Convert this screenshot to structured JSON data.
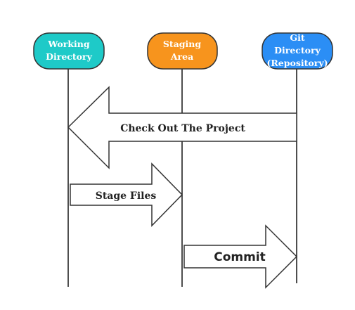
{
  "colors": {
    "working_directory": "#1ecac8",
    "staging_area": "#f7941d",
    "git_directory": "#2b8ef5",
    "outline": "#333333",
    "arrow_fill": "#ffffff",
    "background": "#ffffff"
  },
  "nodes": {
    "working_directory": {
      "line1": "Working",
      "line2": "Directory"
    },
    "staging_area": {
      "line1": "Staging",
      "line2": "Area"
    },
    "git_directory": {
      "line1": "Git",
      "line2": "Directory",
      "line3": "(Repository)"
    }
  },
  "arrows": {
    "checkout": {
      "label": "Check Out The Project",
      "direction": "left",
      "from": "Git Directory",
      "to": "Working Directory"
    },
    "stage": {
      "label": "Stage Files",
      "direction": "right",
      "from": "Working Directory",
      "to": "Staging Area"
    },
    "commit": {
      "label": "Commit",
      "direction": "right",
      "from": "Staging Area",
      "to": "Git Directory"
    }
  }
}
